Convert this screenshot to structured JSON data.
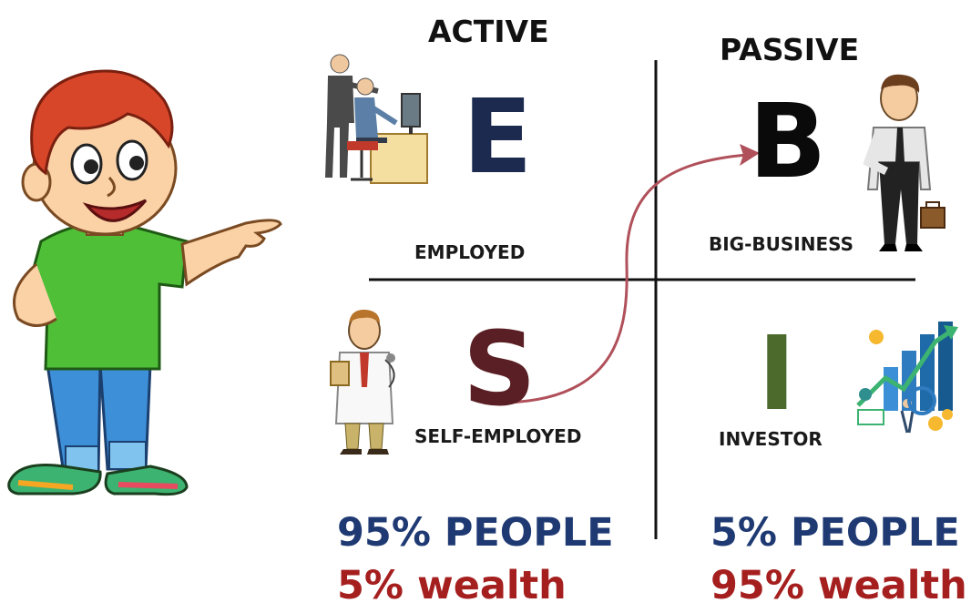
{
  "headers": {
    "active": "ACTIVE",
    "passive": "PASSIVE"
  },
  "quadrants": {
    "e": {
      "letter": "E",
      "label": "EMPLOYED"
    },
    "b": {
      "letter": "B",
      "label": "BIG-BUSINESS"
    },
    "s": {
      "letter": "S",
      "label": "SELF-EMPLOYED"
    },
    "i": {
      "letter": "I",
      "label": "INVESTOR"
    }
  },
  "stats": {
    "left_people": "95% PEOPLE",
    "left_wealth": "5% wealth",
    "right_people": "5% PEOPLE",
    "right_wealth": "95% wealth"
  },
  "colors": {
    "letter_e": "#1c2a4f",
    "letter_b": "#0a0a0a",
    "letter_s": "#5a1f24",
    "letter_i": "#4b6a2c",
    "people": "#1f3a73",
    "wealth": "#a51f1f",
    "arrow": "#b0505a",
    "divider": "#111111"
  },
  "icons": {
    "character": "pointing-boy-icon",
    "employed": "office-workers-icon",
    "big_business": "businessman-icon",
    "self_employed": "doctor-icon",
    "investor": "investment-growth-icon"
  }
}
